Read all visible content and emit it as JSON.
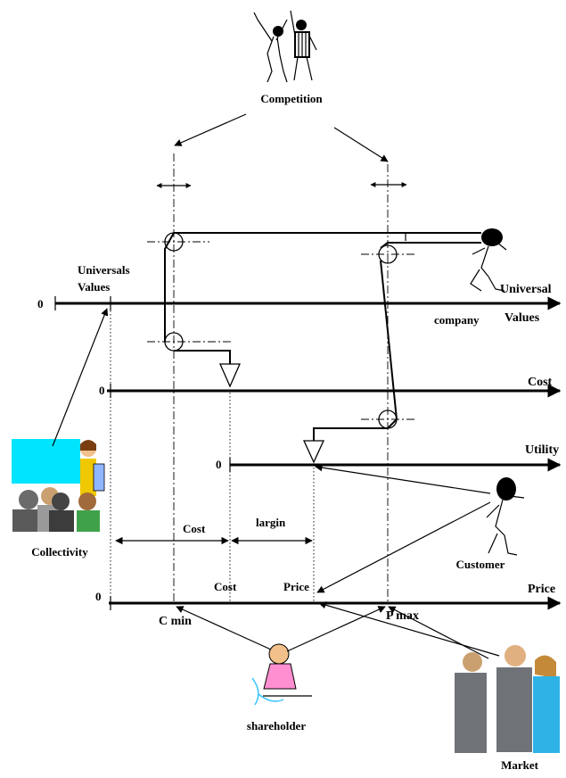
{
  "diagram": {
    "nodes": {
      "competition": "Competition",
      "universals_values": [
        "Universals",
        "Values"
      ],
      "universal_values": [
        "Universal",
        "Values"
      ],
      "company": "company",
      "collectivity": "Collectivity",
      "customer": "Customer",
      "shareholder": "shareholder",
      "market": "Market"
    },
    "axes": [
      {
        "id": "values",
        "zero": "0",
        "label": "Universal Values"
      },
      {
        "id": "cost",
        "zero": "0",
        "label": "Cost"
      },
      {
        "id": "utility",
        "zero": "0",
        "label": "Utility"
      },
      {
        "id": "price",
        "zero": "0",
        "label": "Price"
      }
    ],
    "labels": {
      "cost_span": "Cost",
      "margin_span": "largin",
      "cost_tick": "Cost",
      "price_tick": "Price",
      "c_min": "C min",
      "p_max": "P max"
    },
    "colors": {
      "screen_cyan": "#00e5ff",
      "skin": "#f2c08a",
      "pink_shirt": "#ff8fd0",
      "blue_shirt": "#2fb3e6",
      "gray_suit": "#6f7378",
      "yellow_top": "#f0c800"
    }
  }
}
